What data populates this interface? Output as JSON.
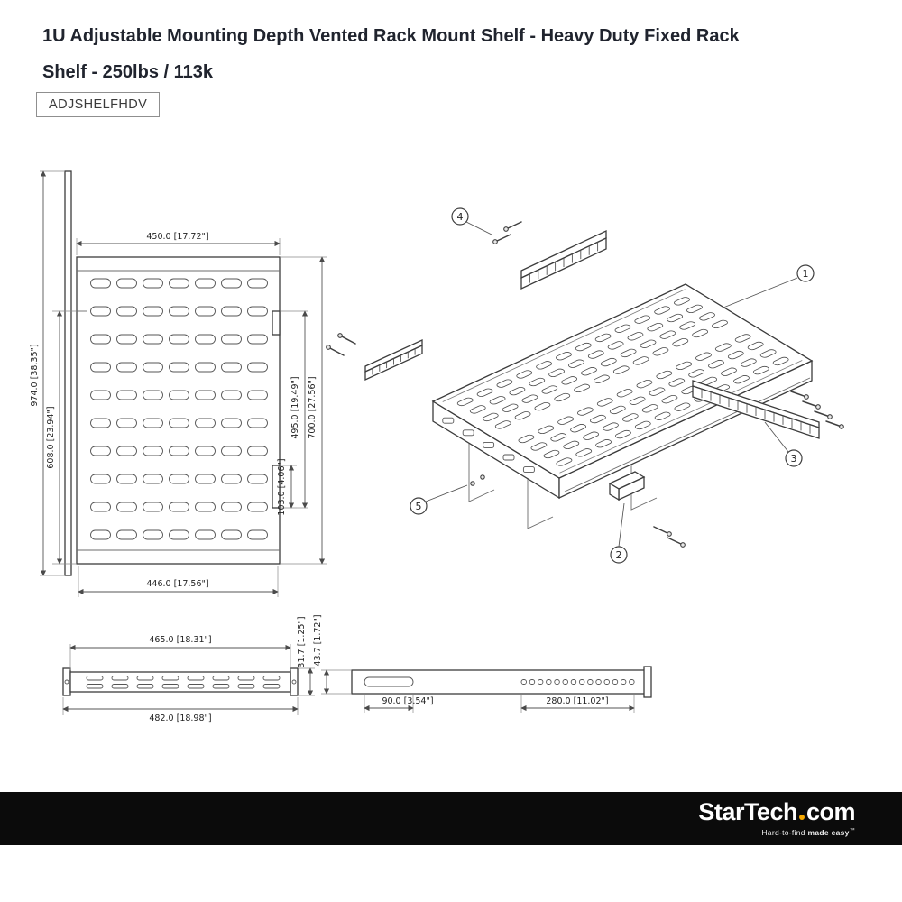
{
  "header": {
    "title_line1": "1U Adjustable Mounting Depth Vented Rack Mount Shelf - Heavy Duty Fixed Rack",
    "title_line2": "Shelf - 250lbs / 113k",
    "sku": "ADJSHELFHDV"
  },
  "top_view": {
    "dim_top_width": "450.0 [17.72\"]",
    "dim_bottom_width": "446.0 [17.56\"]",
    "dim_full_height": "974.0 [38.35\"]",
    "dim_left_height": "608.0 [23.94\"]",
    "dim_right_inner": "495.0 [19.49\"]",
    "dim_right_outer": "700.0 [27.56\"]",
    "dim_right_small": "103.0 [4.06\"]"
  },
  "iso_view": {
    "callouts": [
      "1",
      "2",
      "3",
      "4",
      "5"
    ]
  },
  "front_view": {
    "dim_inner_width": "465.0 [18.31\"]",
    "dim_outer_width": "482.0 [18.98\"]",
    "dim_height": "31.7 [1.25\"]"
  },
  "side_view": {
    "dim_height": "43.7 [1.72\"]",
    "dim_slot": "90.0 [3.54\"]",
    "dim_row": "280.0 [11.02\"]"
  },
  "footer": {
    "brand_pre": "StarTech",
    "brand_post": "com",
    "tagline_pre": "Hard-to-find ",
    "tagline_bold": "made easy",
    "tagline_sup": "™"
  }
}
